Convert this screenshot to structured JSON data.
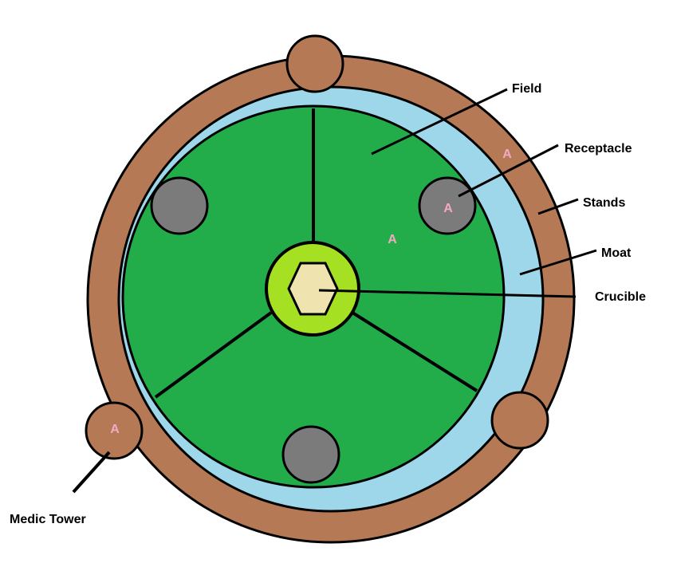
{
  "colors": {
    "stands": "#b57a55",
    "moat": "#9fd7ea",
    "field": "#22ad4a",
    "crucible_ring": "#a6e022",
    "crucible_core": "#efe3b0",
    "receptacle": "#7b7b7b",
    "outline": "#000000",
    "a_marker": "#f2a9c2"
  },
  "labels": {
    "field": "Field",
    "receptacle": "Receptacle",
    "stands": "Stands",
    "moat": "Moat",
    "crucible": "Crucible",
    "medic_tower": "Medic Tower"
  },
  "markers": {
    "a": "A"
  }
}
